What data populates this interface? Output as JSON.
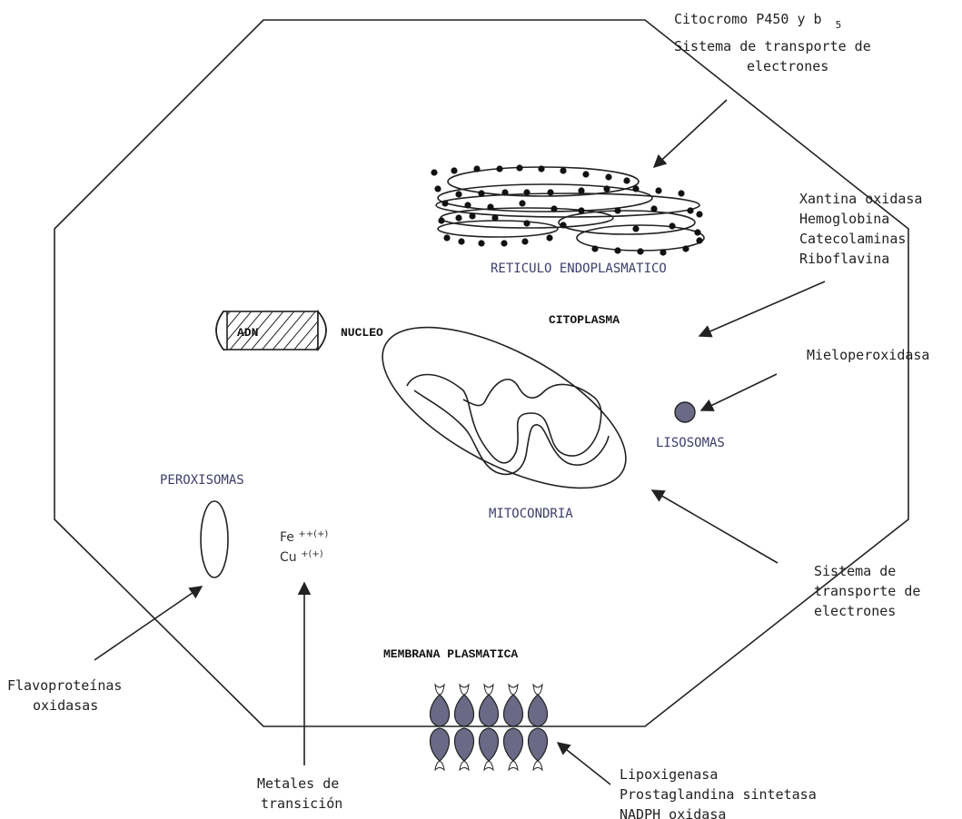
{
  "labels": {
    "cytochrome_title": "Citocromo P450 y b",
    "cytochrome_sub": "5",
    "er_transport_1": "Sistema de transporte de",
    "er_transport_2": "electrones",
    "reticulo": "RETICULO ENDOPLASMATICO",
    "xantina": "Xantina oxidasa",
    "hemoglobina": "Hemoglobina",
    "catecolaminas": "Catecolaminas",
    "riboflavina": "Riboflavina",
    "citoplasma": "CITOPLASMA",
    "adn": "ADN",
    "nucleo": "NUCLEO",
    "mieloperoxidasa": "Mieloperoxidasa",
    "lisosomas": "LISOSOMAS",
    "peroxisomas": "PEROXISOMAS",
    "fe_base": "Fe",
    "fe_sup": "++(+)",
    "cu_base": "Cu",
    "cu_sup": "+(+)",
    "mitocondria": "MITOCONDRIA",
    "mito_transport_1": "Sistema de",
    "mito_transport_2": "transporte de",
    "mito_transport_3": "electrones",
    "membrana": "MEMBRANA PLASMATICA",
    "flavo_1": "Flavoproteínas",
    "flavo_2": "oxidasas",
    "metales_1": "Metales de",
    "metales_2": "transición",
    "lipox_1": "Lipoxigenasa",
    "lipox_2": "Prostaglandina sintetasa",
    "lipox_3": "NADPH oxidasa"
  },
  "colors": {
    "organelle_fill": "#6a6a86",
    "blue_label": "#3d3d6b",
    "line": "#222222"
  }
}
